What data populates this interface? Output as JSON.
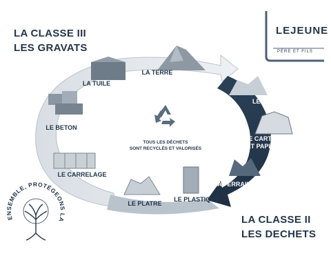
{
  "logo": {
    "name": "LEJEUNE",
    "subtitle": "PÈRE ET FILS"
  },
  "class3": {
    "title": "LA CLASSE III\nLES GRAVATS"
  },
  "class2": {
    "title": "LA CLASSE II\nLES DECHETS"
  },
  "center": {
    "text": "TOUS LES DÉCHETS\nSONT RECYCLÉS ET VALORISÉS"
  },
  "items": {
    "terre": "LA TERRE",
    "tuile": "LA TUILE",
    "beton": "LE BETON",
    "carrelage": "LE CARRELAGE",
    "platre": "LE PLATRE",
    "plastique": "LE PLASTIQUE",
    "ferraille": "LA FERRAILLE",
    "carton": "LE CARTON\nET PAPIER",
    "bois": "LE BOIS"
  },
  "motto": {
    "text": "ENSEMBLE, PROTÉGEONS LA NATURE"
  },
  "colors": {
    "light_ring": "#c5ced6",
    "dark_ring": "#23364a",
    "text": "#23364a"
  },
  "icons": [
    "recycle-icon",
    "tree-icon"
  ]
}
